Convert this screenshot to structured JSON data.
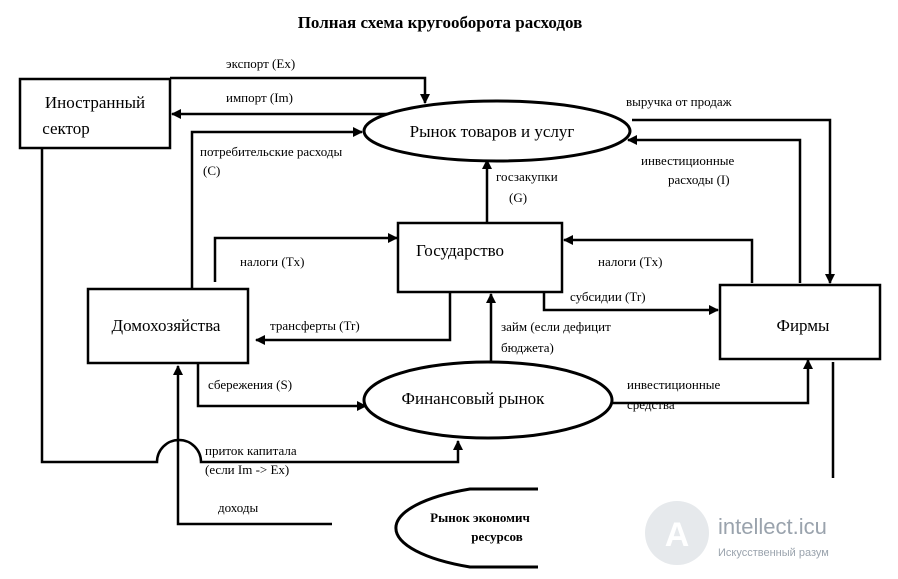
{
  "title": "Полная схема кругооборота расходов",
  "nodes": {
    "foreign_line1": "Иностранный",
    "foreign_line2": "сектор",
    "goods_market": "Рынок товаров и услуг",
    "government": "Государство",
    "households": "Домохозяйства",
    "firms": "Фирмы",
    "financial_market": "Финансовый рынок",
    "resource_market_line1": "Рынок экономич",
    "resource_market_line2": "ресурсов"
  },
  "flows": {
    "export": "экспорт (Ex)",
    "import": "импорт (Im)",
    "consumer_line1": "потребительские расходы",
    "consumer_line2": "(C)",
    "revenue": "выручка от продаж",
    "investment_line1": "инвестиционные",
    "investment_line2": "расходы (I)",
    "gov_purchases_line1": "госзакупки",
    "gov_purchases_line2": "(G)",
    "taxes_households": "налоги (Tx)",
    "taxes_firms": "налоги (Tx)",
    "transfers": "трансферты (Tr)",
    "subsidies": "субсидии (Tr)",
    "loan_line1": "займ (если дефицит",
    "loan_line2": "бюджета)",
    "savings": "сбережения (S)",
    "inv_funds_line1": "инвестиционные",
    "inv_funds_line2": "средства",
    "capital_inflow_line1": "приток капитала",
    "capital_inflow_line2": "(если Im -> Ex)",
    "income": "доходы"
  },
  "watermark": {
    "brand": "intellect.icu",
    "tagline": "Искусственный разум",
    "logo_letter": "A"
  }
}
